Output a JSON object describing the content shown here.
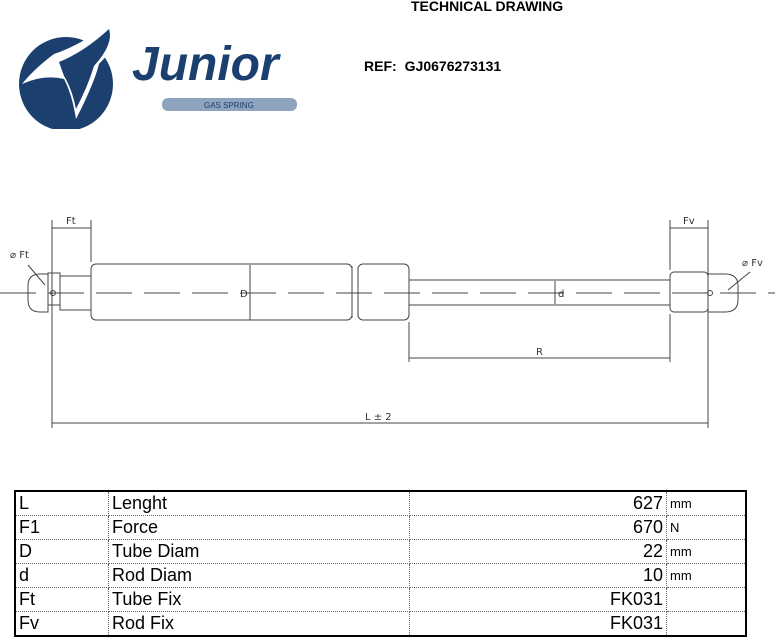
{
  "header": {
    "title": "TECHNICAL DRAWING",
    "ref_label": "REF:",
    "ref_value": "GJ0676273131"
  },
  "logo": {
    "brand": "Junior",
    "tagline": "GAS SPRING",
    "color": "#1b3f6e"
  },
  "drawing": {
    "labels": {
      "ft": "Ft",
      "fv": "Fv",
      "phi_ft": "⌀ Ft",
      "phi_fv": "⌀ Fv",
      "r": "R",
      "l": "L ± 2",
      "big_d": "D",
      "small_d": "d"
    }
  },
  "specs": [
    {
      "code": "L",
      "name": "Lenght",
      "value": "627",
      "unit": "mm"
    },
    {
      "code": "F1",
      "name": "Force",
      "value": "670",
      "unit": "N"
    },
    {
      "code": "D",
      "name": "Tube Diam",
      "value": "22",
      "unit": "mm"
    },
    {
      "code": "d",
      "name": "Rod Diam",
      "value": "10",
      "unit": "mm"
    },
    {
      "code": "Ft",
      "name": "Tube Fix",
      "value": "FK031",
      "unit": ""
    },
    {
      "code": "Fv",
      "name": "Rod Fix",
      "value": "FK031",
      "unit": ""
    }
  ]
}
